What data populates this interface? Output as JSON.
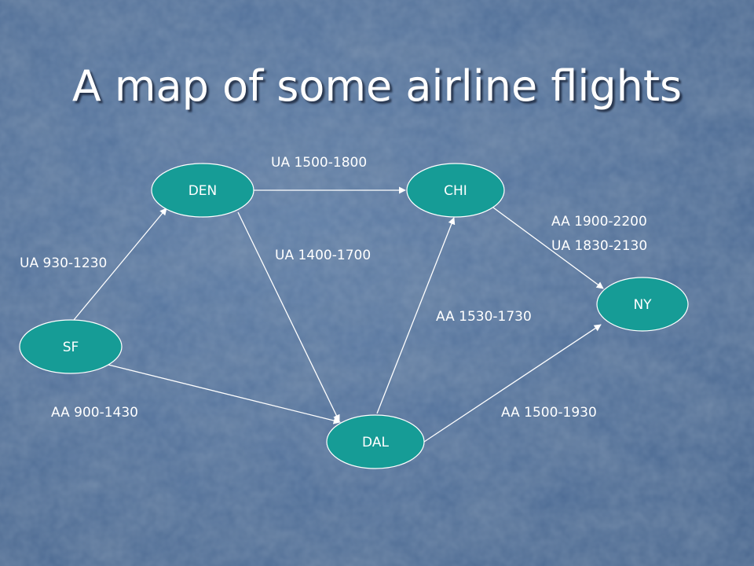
{
  "slide": {
    "title": "A map of some airline flights"
  },
  "colors": {
    "background": "#4f6f9a",
    "node_fill": "#169c96",
    "node_stroke": "#ffffff",
    "edge": "#ffffff",
    "text": "#ffffff"
  },
  "nodes": [
    {
      "id": "SF",
      "label": "SF"
    },
    {
      "id": "DEN",
      "label": "DEN"
    },
    {
      "id": "CHI",
      "label": "CHI"
    },
    {
      "id": "DAL",
      "label": "DAL"
    },
    {
      "id": "NY",
      "label": "NY"
    }
  ],
  "edges": [
    {
      "from": "SF",
      "to": "DEN",
      "flights": [
        "UA 930-1230"
      ]
    },
    {
      "from": "SF",
      "to": "DAL",
      "flights": [
        "AA 900-1430"
      ]
    },
    {
      "from": "DEN",
      "to": "CHI",
      "flights": [
        "UA 1500-1800"
      ]
    },
    {
      "from": "DEN",
      "to": "DAL",
      "flights": [
        "UA 1400-1700"
      ]
    },
    {
      "from": "DAL",
      "to": "CHI",
      "flights": [
        "AA 1530-1730"
      ]
    },
    {
      "from": "CHI",
      "to": "NY",
      "flights": [
        "AA 1900-2200",
        "UA 1830-2130"
      ]
    },
    {
      "from": "DAL",
      "to": "NY",
      "flights": [
        "AA 1500-1930"
      ]
    }
  ]
}
